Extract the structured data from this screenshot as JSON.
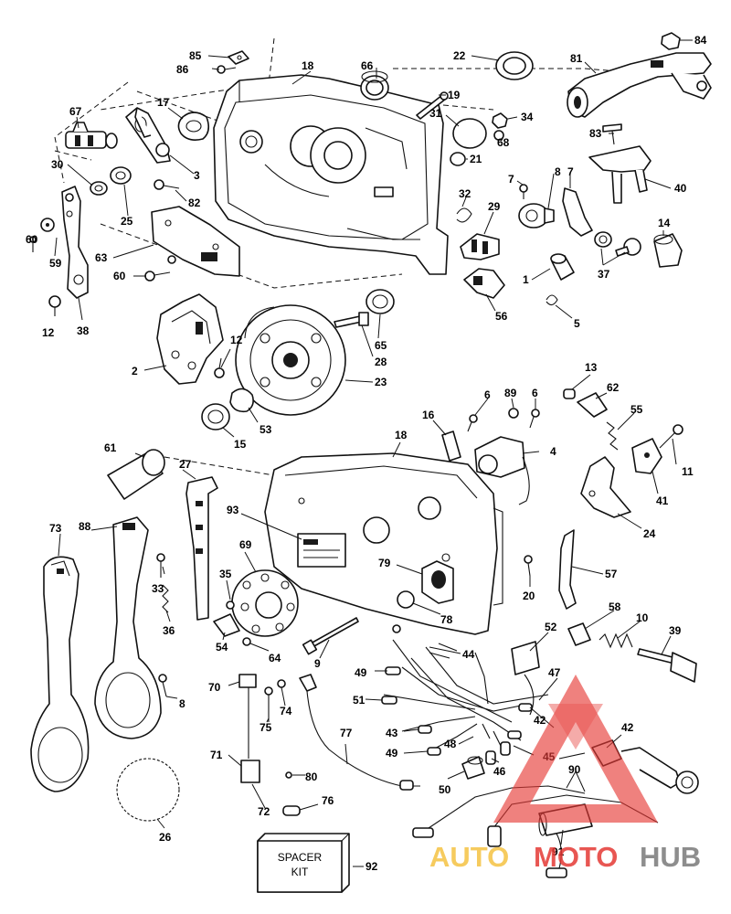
{
  "diagram": {
    "callouts": {
      "c85": "85",
      "c86": "86",
      "c18a": "18",
      "c66": "66",
      "c22": "22",
      "c81": "81",
      "c84": "84",
      "c67": "67",
      "c17": "17",
      "c19": "19",
      "c31": "31",
      "c34": "34",
      "c68": "68",
      "c21": "21",
      "c83": "83",
      "c40": "40",
      "c30": "30",
      "c3": "3",
      "c82": "82",
      "c25": "25",
      "c7": "7",
      "c8": "8",
      "c87": "7",
      "c32": "32",
      "c29": "29",
      "c14": "14",
      "c60a": "60",
      "c59": "59",
      "c63": "63",
      "c60b": "60",
      "c37": "37",
      "c1": "1",
      "c56": "56",
      "c5": "5",
      "c12a": "12",
      "c38": "38",
      "c65": "65",
      "c28": "28",
      "c12b": "12",
      "c2": "2",
      "c23": "23",
      "c13": "13",
      "c62": "62",
      "c6a": "6",
      "c89": "89",
      "c6b": "6",
      "c55": "55",
      "c53": "53",
      "c15": "15",
      "c16": "16",
      "c18b": "18",
      "c4": "4",
      "c11": "11",
      "c41": "41",
      "c61": "61",
      "c27": "27",
      "c24": "24",
      "c93": "93",
      "c73": "73",
      "c88": "88",
      "c69": "69",
      "c79": "79",
      "c57": "57",
      "c33": "33",
      "c35": "35",
      "c20": "20",
      "c36": "36",
      "c78": "78",
      "c58": "58",
      "c10": "10",
      "c39": "39",
      "c54": "54",
      "c64": "64",
      "c9": "9",
      "c52": "52",
      "c44": "44",
      "c8b": "8",
      "c70": "70",
      "c49a": "49",
      "c47": "47",
      "c74": "74",
      "c75": "75",
      "c51": "51",
      "c42a": "42",
      "c42b": "42",
      "c43": "43",
      "c77": "77",
      "c48": "48",
      "c45": "45",
      "c71": "71",
      "c49b": "49",
      "c46": "46",
      "c90": "90",
      "c80": "80",
      "c50": "50",
      "c26": "26",
      "c72": "72",
      "c76": "76",
      "c91": "91",
      "c92": "92"
    },
    "spacer_kit": {
      "line1": "SPACER",
      "line2": "KIT"
    },
    "watermark": {
      "auto": "AUTO",
      "moto": "MOTO",
      "hub": "HUB"
    },
    "colors": {
      "line": "#111111",
      "watermark_red": "#e53935",
      "watermark_yellow": "#f5c242",
      "watermark_grey": "#7a7a7a"
    }
  }
}
